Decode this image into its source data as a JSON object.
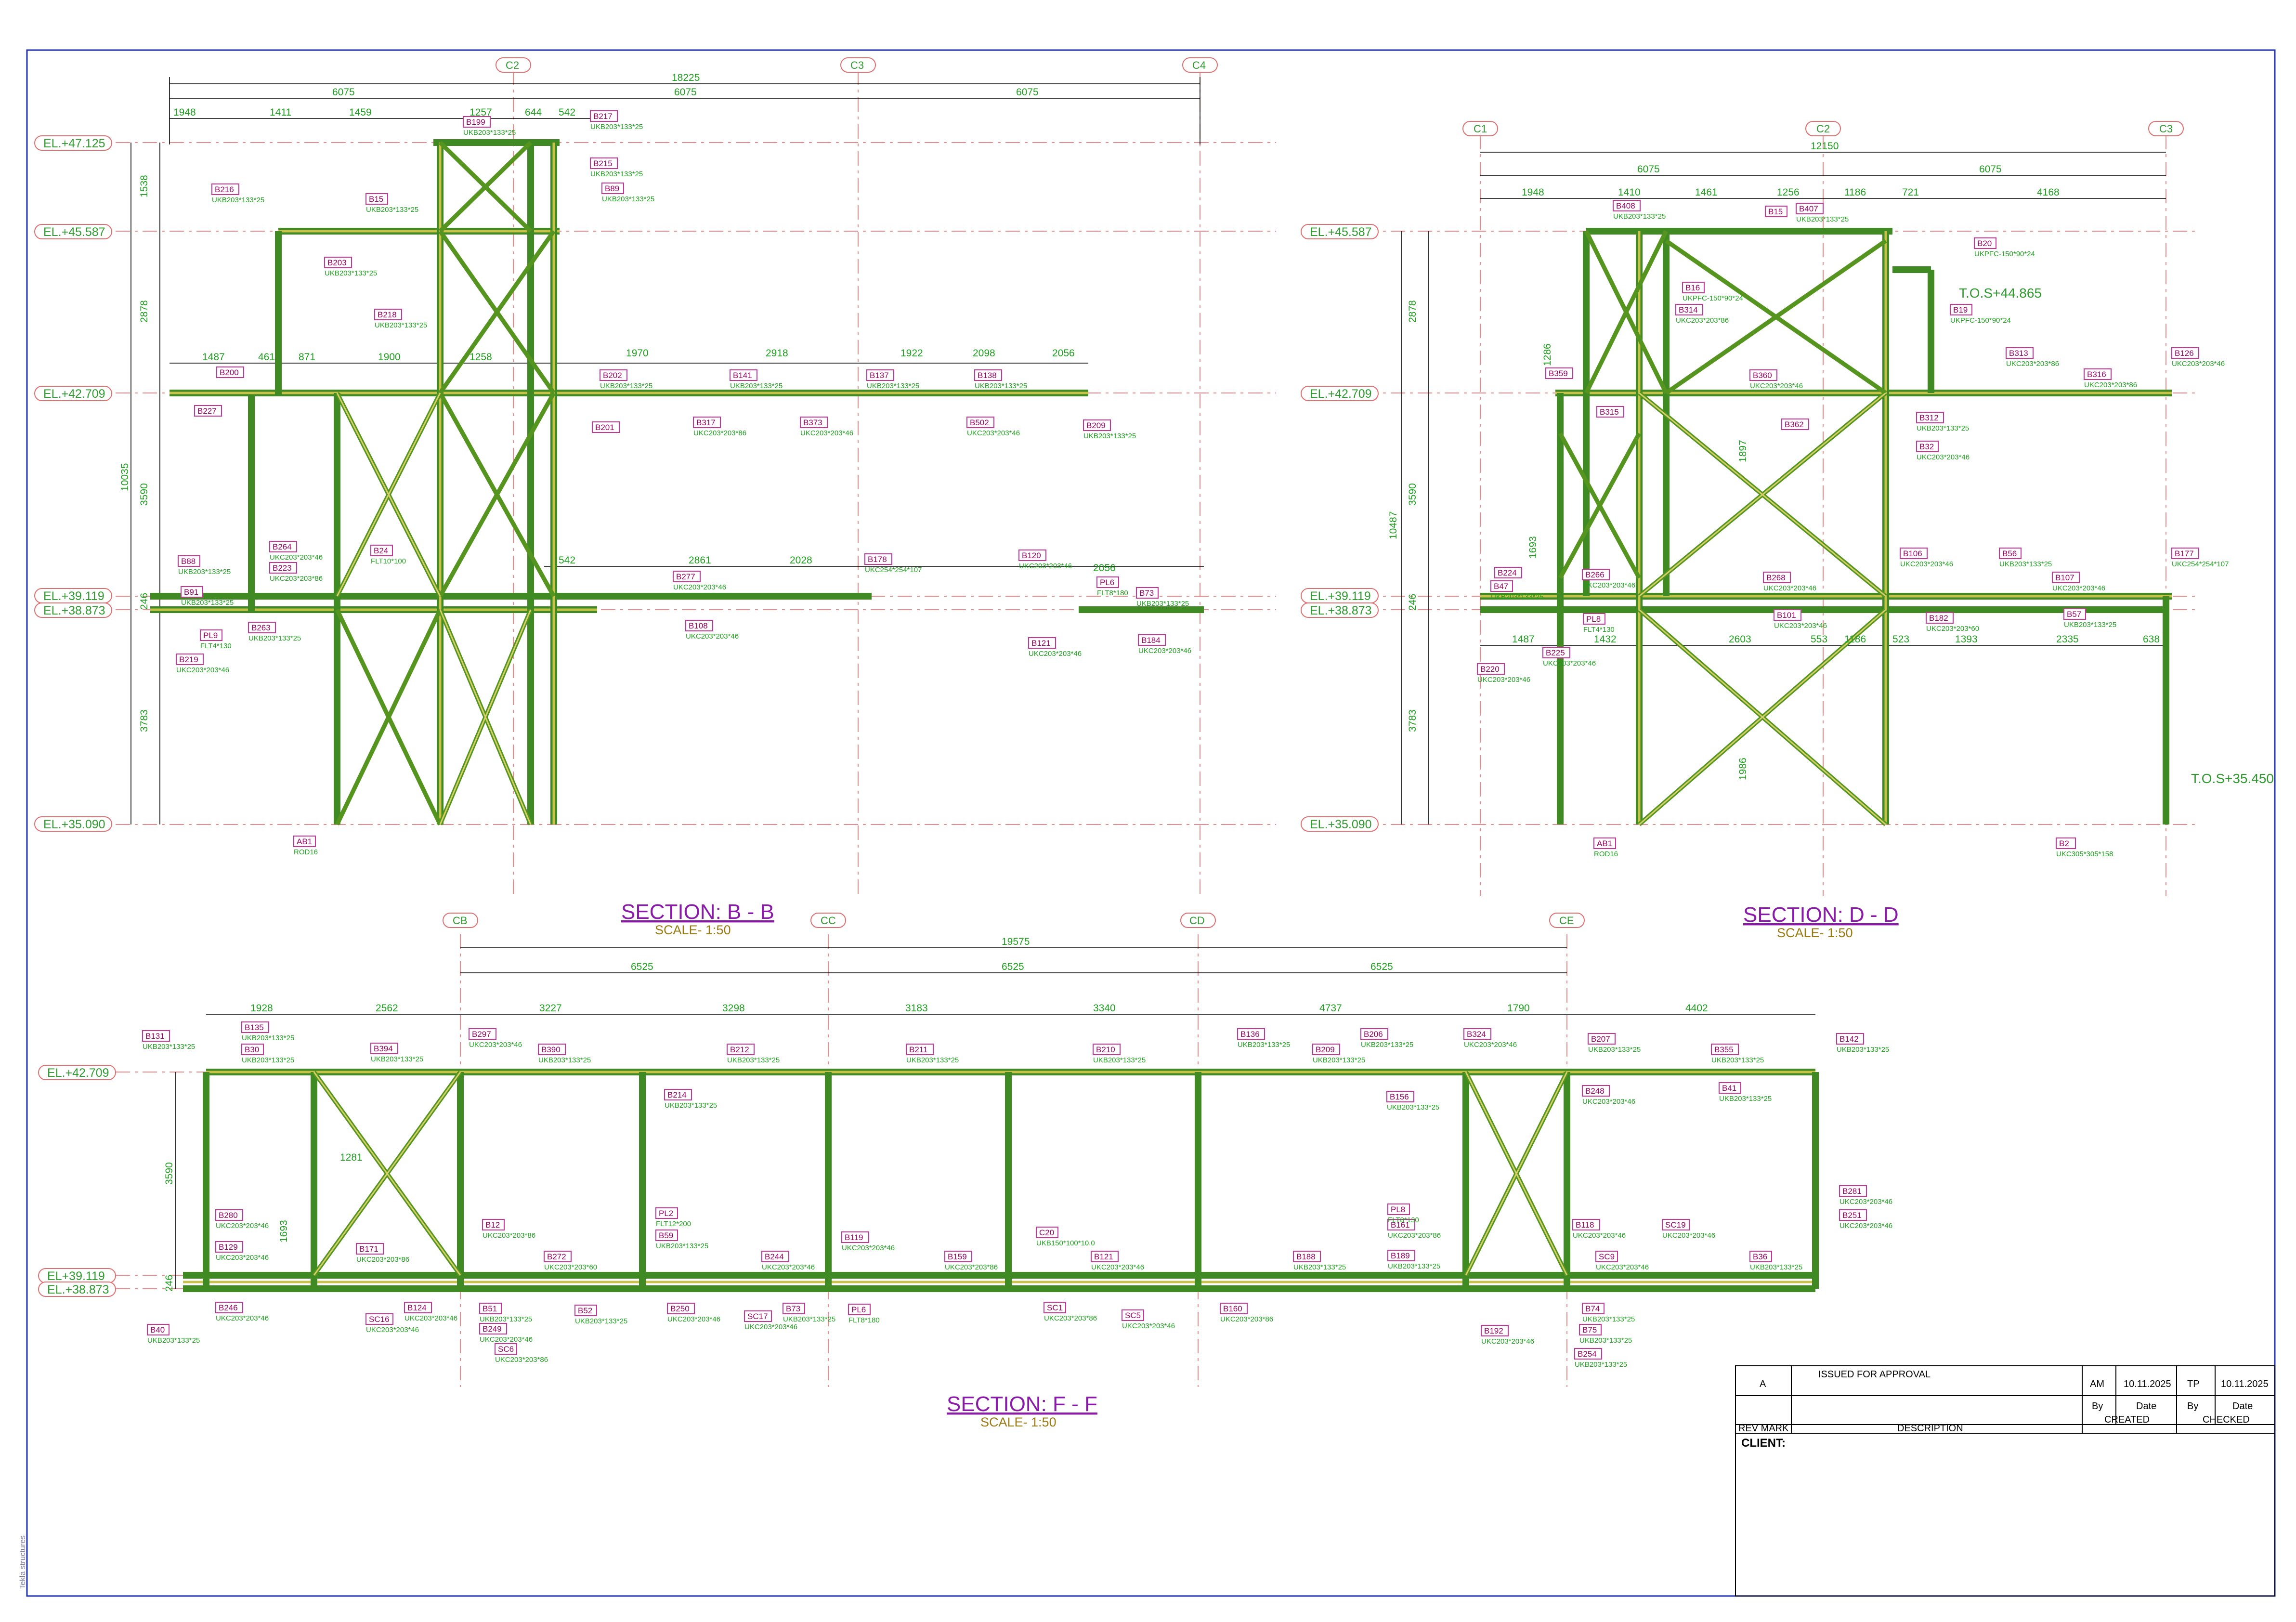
{
  "sheet": {
    "section_bb": {
      "title": "SECTION: B  -  B",
      "scale": "SCALE- 1:50",
      "grids": [
        "C2",
        "C3",
        "C4"
      ],
      "elevations": [
        "EL.+47.125",
        "EL.+45.587",
        "EL.+42.709",
        "EL.+39.119",
        "EL.+38.873",
        "EL.+35.090"
      ],
      "overall_dim": "18225",
      "bay_dims": [
        "6075",
        "6075",
        "6075"
      ],
      "top_chain": [
        "1948",
        "1411",
        "1459",
        "1257",
        "644",
        "542"
      ],
      "mid_chain": [
        "1487",
        "461",
        "871",
        "1900",
        "1258"
      ],
      "beam_chain": [
        "1970",
        "2918",
        "1922",
        "2098",
        "2056"
      ],
      "low_chain": [
        "542",
        "2861",
        "2028",
        "2056"
      ],
      "vert_dims": [
        "1538",
        "2878",
        "3590",
        "10035",
        "246",
        "3783"
      ],
      "tags": [
        {
          "id": "B217",
          "sub": "UKB203*133*25"
        },
        {
          "id": "B199",
          "sub": "UKB203*133*25"
        },
        {
          "id": "B216",
          "sub": "UKB203*133*25"
        },
        {
          "id": "B15",
          "sub": "UKB203*133*25"
        },
        {
          "id": "B215",
          "sub": "UKB203*133*25"
        },
        {
          "id": "B89",
          "sub": "UKB203*133*25"
        },
        {
          "id": "B203",
          "sub": "UKB203*133*25"
        },
        {
          "id": "B218",
          "sub": "UKB203*133*25"
        },
        {
          "id": "B200",
          "sub": ""
        },
        {
          "id": "B227",
          "sub": ""
        },
        {
          "id": "B202",
          "sub": "UKB203*133*25"
        },
        {
          "id": "B141",
          "sub": "UKB203*133*25"
        },
        {
          "id": "B137",
          "sub": "UKB203*133*25"
        },
        {
          "id": "B138",
          "sub": "UKB203*133*25"
        },
        {
          "id": "B201",
          "sub": ""
        },
        {
          "id": "B317",
          "sub": "UKC203*203*86"
        },
        {
          "id": "B373",
          "sub": "UKC203*203*46"
        },
        {
          "id": "B502",
          "sub": "UKC203*203*46"
        },
        {
          "id": "B209",
          "sub": "UKB203*133*25"
        },
        {
          "id": "B264",
          "sub": "UKC203*203*46"
        },
        {
          "id": "B223",
          "sub": "UKC203*203*86"
        },
        {
          "id": "B24",
          "sub": "FLT10*100"
        },
        {
          "id": "B88",
          "sub": "UKB203*133*25"
        },
        {
          "id": "B91",
          "sub": "UKB203*133*25"
        },
        {
          "id": "B263",
          "sub": "UKB203*133*25"
        },
        {
          "id": "PL9",
          "sub": "FLT4*130"
        },
        {
          "id": "B219",
          "sub": "UKC203*203*46"
        },
        {
          "id": "B277",
          "sub": "UKC203*203*46"
        },
        {
          "id": "B178",
          "sub": "UKC254*254*107"
        },
        {
          "id": "B108",
          "sub": "UKC203*203*46"
        },
        {
          "id": "B120",
          "sub": "UKC203*203*46"
        },
        {
          "id": "PL6",
          "sub": "FLT8*180"
        },
        {
          "id": "B73",
          "sub": "UKB203*133*25"
        },
        {
          "id": "B184",
          "sub": "UKC203*203*46"
        },
        {
          "id": "B121",
          "sub": "UKC203*203*46"
        },
        {
          "id": "AB1",
          "sub": "ROD16"
        }
      ]
    },
    "section_dd": {
      "title": "SECTION: D  -  D",
      "scale": "SCALE- 1:50",
      "grids": [
        "C1",
        "C2",
        "C3"
      ],
      "elevations": [
        "EL.+45.587",
        "EL.+42.709",
        "EL.+39.119",
        "EL.+38.873",
        "EL.+35.090"
      ],
      "overall_dim": "12150",
      "bay_dims": [
        "6075",
        "6075"
      ],
      "top_chain": [
        "1948",
        "1410",
        "1461",
        "1256",
        "1186",
        "721",
        "4168"
      ],
      "low_chain": [
        "1487",
        "1432",
        "2603",
        "553",
        "1186",
        "523",
        "1393",
        "2335",
        "638"
      ],
      "vert_dims": [
        "2878",
        "3590",
        "10487",
        "246",
        "3783",
        "1286",
        "1693",
        "1897",
        "1986"
      ],
      "tos": [
        "T.O.S+44.865",
        "T.O.S+35.450"
      ],
      "tags": [
        {
          "id": "B408",
          "sub": "UKB203*133*25"
        },
        {
          "id": "B15",
          "sub": ""
        },
        {
          "id": "B407",
          "sub": "UKB203*133*25"
        },
        {
          "id": "B20",
          "sub": "UKPFC-150*90*24"
        },
        {
          "id": "B16",
          "sub": "UKPFC-150*90*24"
        },
        {
          "id": "B314",
          "sub": "UKC203*203*86"
        },
        {
          "id": "B19",
          "sub": "UKPFC-150*90*24"
        },
        {
          "id": "B359",
          "sub": ""
        },
        {
          "id": "B360",
          "sub": "UKC203*203*46"
        },
        {
          "id": "B313",
          "sub": "UKC203*203*86"
        },
        {
          "id": "B316",
          "sub": "UKC203*203*86"
        },
        {
          "id": "B126",
          "sub": "UKC203*203*46"
        },
        {
          "id": "B315",
          "sub": ""
        },
        {
          "id": "B312",
          "sub": "UKB203*133*25"
        },
        {
          "id": "B32",
          "sub": "UKC203*203*46"
        },
        {
          "id": "B362",
          "sub": ""
        },
        {
          "id": "B224",
          "sub": ""
        },
        {
          "id": "B47",
          "sub": "UKB203*133*25"
        },
        {
          "id": "B266",
          "sub": "UKC203*203*46"
        },
        {
          "id": "PL8",
          "sub": "FLT4*130"
        },
        {
          "id": "B268",
          "sub": "UKC203*203*46"
        },
        {
          "id": "B106",
          "sub": "UKC203*203*46"
        },
        {
          "id": "B56",
          "sub": "UKB203*133*25"
        },
        {
          "id": "B177",
          "sub": "UKC254*254*107"
        },
        {
          "id": "B101",
          "sub": "UKC203*203*46"
        },
        {
          "id": "B182",
          "sub": "UKC203*203*60"
        },
        {
          "id": "B57",
          "sub": "UKB203*133*25"
        },
        {
          "id": "B107",
          "sub": "UKC203*203*46"
        },
        {
          "id": "B220",
          "sub": "UKC203*203*46"
        },
        {
          "id": "B225",
          "sub": "UKC203*203*46"
        },
        {
          "id": "B2",
          "sub": "UKC305*305*158"
        },
        {
          "id": "AB1",
          "sub": "ROD16"
        }
      ]
    },
    "section_ff": {
      "title": "SECTION: F  -  F",
      "scale": "SCALE- 1:50",
      "grids": [
        "CB",
        "CC",
        "CD",
        "CE"
      ],
      "elevations": [
        "EL.+42.709",
        "EL+39.119",
        "EL.+38.873"
      ],
      "overall_dim": "19575",
      "bay_dims": [
        "6525",
        "6525",
        "6525"
      ],
      "top_chain": [
        "1928",
        "2562",
        "3227",
        "3298",
        "3183",
        "3340",
        "4737",
        "1790",
        "4402"
      ],
      "vert_dims": [
        "3590",
        "246",
        "1281",
        "1693"
      ],
      "tags": [
        {
          "id": "B131",
          "sub": "UKB203*133*25"
        },
        {
          "id": "B135",
          "sub": "UKB203*133*25"
        },
        {
          "id": "B30",
          "sub": "UKB203*133*25"
        },
        {
          "id": "B394",
          "sub": "UKB203*133*25"
        },
        {
          "id": "B297",
          "sub": "UKC203*203*46"
        },
        {
          "id": "B390",
          "sub": "UKB203*133*25"
        },
        {
          "id": "B212",
          "sub": "UKB203*133*25"
        },
        {
          "id": "B211",
          "sub": "UKB203*133*25"
        },
        {
          "id": "B210",
          "sub": "UKB203*133*25"
        },
        {
          "id": "B136",
          "sub": "UKB203*133*25"
        },
        {
          "id": "B209",
          "sub": "UKB203*133*25"
        },
        {
          "id": "B206",
          "sub": "UKB203*133*25"
        },
        {
          "id": "B324",
          "sub": "UKC203*203*46"
        },
        {
          "id": "B207",
          "sub": "UKB203*133*25"
        },
        {
          "id": "B355",
          "sub": "UKB203*133*25"
        },
        {
          "id": "B142",
          "sub": "UKB203*133*25"
        },
        {
          "id": "B214",
          "sub": "UKB203*133*25"
        },
        {
          "id": "B156",
          "sub": "UKB203*133*25"
        },
        {
          "id": "B248",
          "sub": "UKC203*203*46"
        },
        {
          "id": "B41",
          "sub": "UKB203*133*25"
        },
        {
          "id": "B280",
          "sub": "UKC203*203*46"
        },
        {
          "id": "B129",
          "sub": "UKC203*203*46"
        },
        {
          "id": "B171",
          "sub": "UKC203*203*86"
        },
        {
          "id": "B12",
          "sub": "UKC203*203*86"
        },
        {
          "id": "PL2",
          "sub": "FLT12*200"
        },
        {
          "id": "B59",
          "sub": "UKB203*133*25"
        },
        {
          "id": "B119",
          "sub": "UKC203*203*46"
        },
        {
          "id": "C20",
          "sub": "UKB150*100*10.0"
        },
        {
          "id": "B161",
          "sub": "UKC203*203*86"
        },
        {
          "id": "PL8",
          "sub": "FLT8*130"
        },
        {
          "id": "B118",
          "sub": "UKC203*203*46"
        },
        {
          "id": "SC19",
          "sub": "UKC203*203*46"
        },
        {
          "id": "B281",
          "sub": "UKC203*203*46"
        },
        {
          "id": "B251",
          "sub": "UKC203*203*46"
        },
        {
          "id": "B272",
          "sub": "UKC203*203*60"
        },
        {
          "id": "B244",
          "sub": "UKC203*203*46"
        },
        {
          "id": "B159",
          "sub": "UKC203*203*86"
        },
        {
          "id": "B121",
          "sub": "UKC203*203*46"
        },
        {
          "id": "B188",
          "sub": "UKB203*133*25"
        },
        {
          "id": "B189",
          "sub": "UKB203*133*25"
        },
        {
          "id": "B192",
          "sub": "UKC203*203*46"
        },
        {
          "id": "SC9",
          "sub": "UKC203*203*46"
        },
        {
          "id": "B36",
          "sub": "UKB203*133*25"
        },
        {
          "id": "B40",
          "sub": "UKB203*133*25"
        },
        {
          "id": "B246",
          "sub": "UKC203*203*46"
        },
        {
          "id": "SC16",
          "sub": "UKC203*203*46"
        },
        {
          "id": "B124",
          "sub": "UKC203*203*46"
        },
        {
          "id": "B51",
          "sub": "UKB203*133*25"
        },
        {
          "id": "B249",
          "sub": "UKC203*203*46"
        },
        {
          "id": "SC6",
          "sub": "UKC203*203*86"
        },
        {
          "id": "B52",
          "sub": "UKB203*133*25"
        },
        {
          "id": "B250",
          "sub": "UKC203*203*46"
        },
        {
          "id": "SC17",
          "sub": "UKC203*203*46"
        },
        {
          "id": "B73",
          "sub": "UKB203*133*25"
        },
        {
          "id": "PL6",
          "sub": "FLT8*180"
        },
        {
          "id": "SC1",
          "sub": "UKC203*203*86"
        },
        {
          "id": "SC5",
          "sub": "UKC203*203*46"
        },
        {
          "id": "B160",
          "sub": "UKC203*203*86"
        },
        {
          "id": "B74",
          "sub": "UKB203*133*25"
        },
        {
          "id": "B75",
          "sub": "UKB203*133*25"
        },
        {
          "id": "B254",
          "sub": "UKB203*133*25"
        }
      ]
    },
    "title_block": {
      "rev": "A",
      "description": "ISSUED FOR APPROVAL",
      "created_by": "AM",
      "created_date": "10.11.2025",
      "checked_by": "TP",
      "checked_date": "10.11.2025",
      "h_by": "By",
      "h_date": "Date",
      "h_by2": "By",
      "h_date2": "Date",
      "rev_mark": "REV MARK",
      "desc_label": "DESCRIPTION",
      "created_label": "CREATED",
      "checked_label": "CHECKED",
      "client_label": "CLIENT:"
    },
    "side_note": "Tekla structures",
    "colors": {
      "steel": "#3f8a23",
      "tag": "#cc3399",
      "grid": "#f08a8a",
      "frame": "#2233aa"
    }
  }
}
